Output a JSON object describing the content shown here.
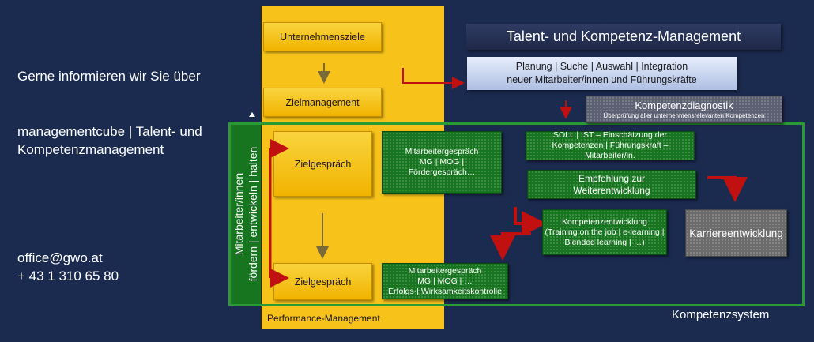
{
  "left": {
    "intro": "Gerne informieren wir Sie über",
    "product_line1": "managementcube | Talent- und",
    "product_line2": "Kompetenzmanagement",
    "email": "office@gwo.at",
    "phone": "+ 43 1 310 65 80"
  },
  "yellow": {
    "unternehmensziele": "Unternehmensziele",
    "zielmanagement": "Zielmanagement",
    "zielgespraech_top": "Zielgespräch",
    "zielgespraech_bottom": "Zielgespräch",
    "footer": "Performance-Management"
  },
  "vertical": {
    "line1": "Mitarbeiter/innen",
    "line2": "fördern | entwickeln | halten"
  },
  "green": {
    "mg_top_1": "Mitarbeitergespräch",
    "mg_top_2": "MG | MOG |",
    "mg_top_3": "Fördergespräch…",
    "mg_bottom_1": "Mitarbeitergespräch",
    "mg_bottom_2": "MG | MOG | …",
    "mg_bottom_3": "Erfolgs-| Wirksamkeitskontrolle",
    "soll_1": "SOLL | IST – Einschätzung der",
    "soll_2": "Kompetenzen | Führungskraft – Mitarbeiter/in.",
    "empf_1": "Empfehlung zur",
    "empf_2": "Weiterentwicklung",
    "kompent_1": "Kompetenzentwicklung",
    "kompent_2": "(Training on the job | e-learning |",
    "kompent_3": "Blended learning | …)"
  },
  "karriere": "Karriereentwicklung",
  "header": "Talent- und Kompetenz-Management",
  "blue_1": "Planung | Suche | Auswahl | Integration",
  "blue_2": "neuer Mitarbeiter/innen und Führungskräfte",
  "diag_title": "Kompetenzdiagnostik",
  "diag_sub": "Überprüfung aller unternehmensrelevanten Kompetenzen",
  "system_label": "Kompetenzsystem"
}
